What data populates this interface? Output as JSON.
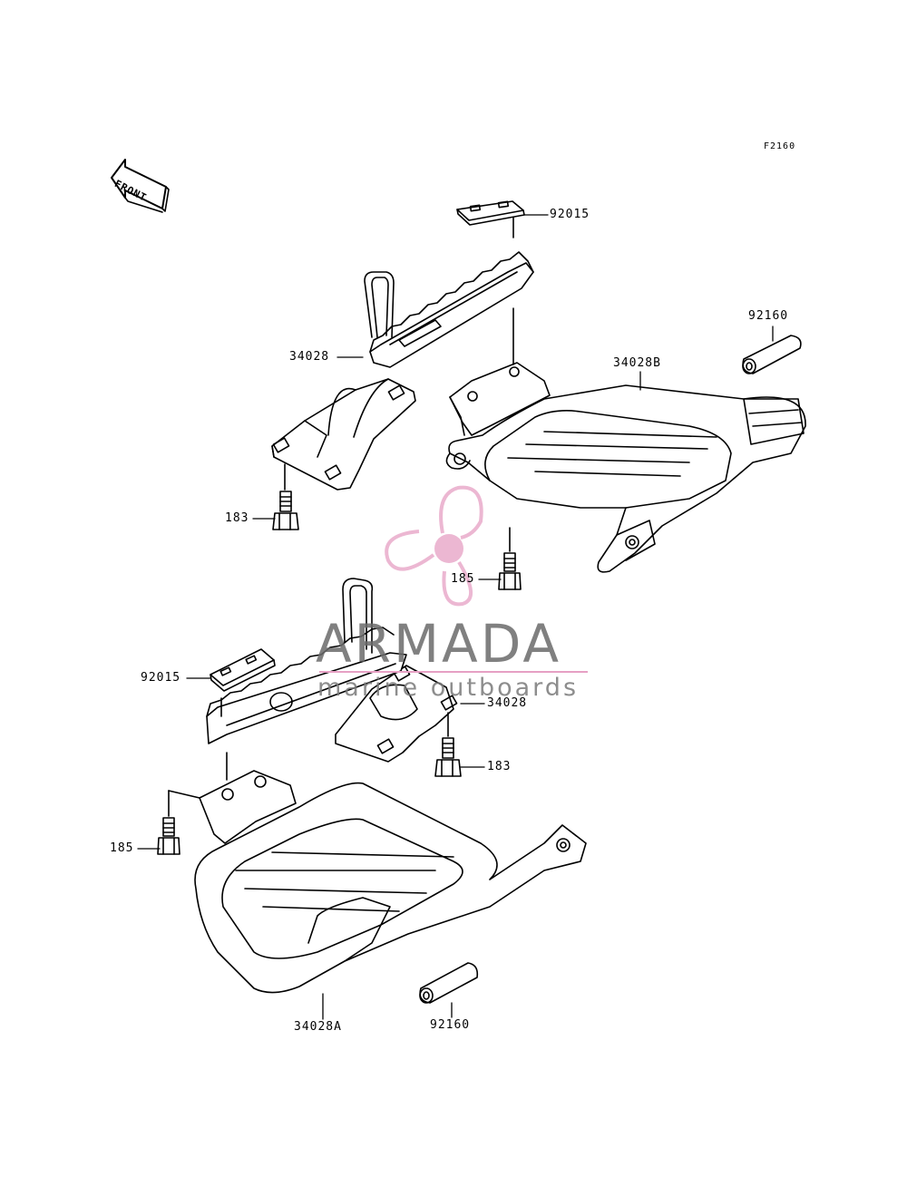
{
  "figure_code": "F2160",
  "front_arrow_text": "FRONT",
  "watermark": {
    "title": "ARMADA",
    "subtitle": "marine outboards",
    "accent_color": "#e6a0c4"
  },
  "callouts": [
    {
      "id": "92015-top",
      "label": "92015"
    },
    {
      "id": "92160-top",
      "label": "92160"
    },
    {
      "id": "34028-top",
      "label": "34028"
    },
    {
      "id": "34028b",
      "label": "34028B"
    },
    {
      "id": "183-top",
      "label": "183"
    },
    {
      "id": "185-top",
      "label": "185"
    },
    {
      "id": "92015-bottom",
      "label": "92015"
    },
    {
      "id": "34028-bottom",
      "label": "34028"
    },
    {
      "id": "183-bottom",
      "label": "183"
    },
    {
      "id": "185-bottom",
      "label": "185"
    },
    {
      "id": "34028a",
      "label": "34028A"
    },
    {
      "id": "92160-bottom",
      "label": "92160"
    }
  ]
}
